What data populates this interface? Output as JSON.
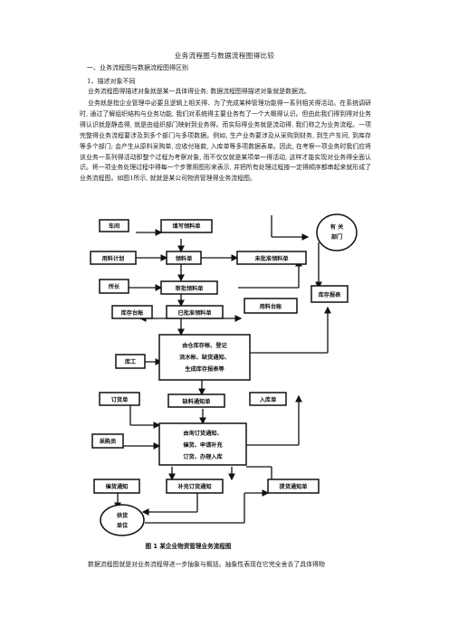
{
  "doc": {
    "title": "业务流程图与数据流程图得比较",
    "section1": "一、业务流程图与数据流程图得区别",
    "subsection1": "1、描述对象不同",
    "para1": "业务流程图得描述对象就是某一具体得业务; 数据流程图得描述对象就是数据流。",
    "para2": "业务就是指企业管理中必要且逻辑上相关得、为了完成某种管理功能得一系列相关得活动。在系统调研时, 通过了解组织结构与业务功能, 我们对系统得主要业务有了一个大概得认识。但由此我们得到得对业务得认识就是静态得, 就是由组织部门映射到业务得。而实际得业务就是流动得, 我们称之为业务流程。一项完整得业务流程要涉及到多个部门与多项数据。例如, 生产业务要涉及从采购到财务, 到生产车间, 到库存等多个部门; 会产生从原料采购单, 应收付账款, 入库单等多项数据表单。因此, 在考察一项业务时我们应将该业务一系列得活动即整个过程为考察对象, 而不仅仅就是某项单一得活动, 这样才能实现对业务得全面认识。将一项业务处理过程中得每一个步骤用图形来表示, 并把所有处理过程按一定得顺序都串起来就形成了业务流程图。如图1所示, 就就是某公司物资管理得业务流程图。",
    "para3": "数据流程图就是对业务流程得进一步抽象与概括。抽象性表现在它完全舍去了具体得物"
  },
  "diagram": {
    "caption": "图 1 某企业物资管理业务流程图",
    "nodes": {
      "workshop": "车间",
      "fill_req": "填写领料单",
      "req_plan": "用料计划",
      "req_form": "领料单",
      "unapproved": "未批准领料单",
      "dept": [
        "有 关",
        "部门"
      ],
      "director": "所长",
      "approve": "审批领料单",
      "inv_ledger": "库存台账",
      "approved": "已批准领料单",
      "usage_ledger": "用料台账",
      "inv_report": "库存报表",
      "process": [
        "由仓库存帐、登记",
        "流水帐、缺货通知、",
        "生成库存报表等"
      ],
      "keeper": "库工",
      "order": "订货单",
      "shortage": "缺料通知单",
      "inbound": "入库单",
      "buyer": "采购员",
      "reorder": [
        "由询订货通知、",
        "催货、申请补充",
        "订货、办理入库"
      ],
      "urge": "催货通知",
      "supp_order": "补充订货通知",
      "arrival": "提货通知单",
      "supplier": [
        "供货",
        "单位"
      ]
    }
  }
}
